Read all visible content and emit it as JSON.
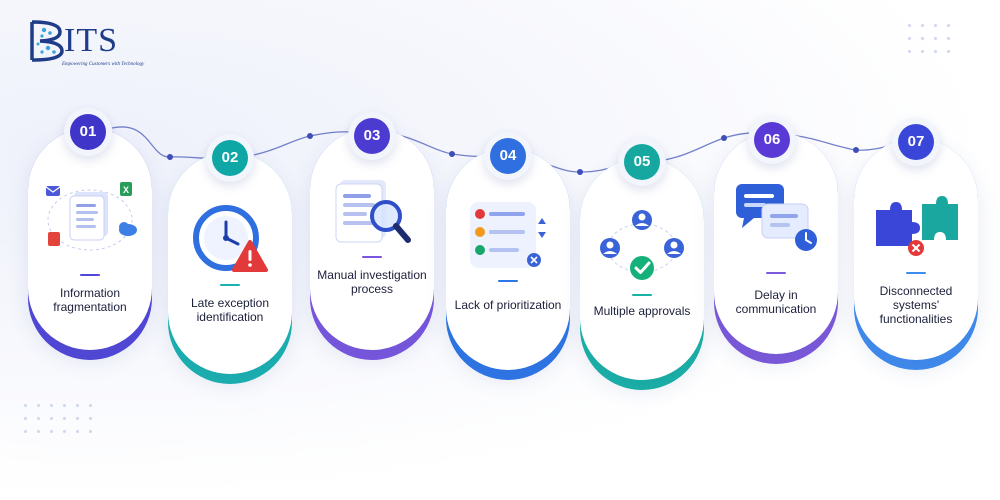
{
  "logo": {
    "wordmark": "ITS",
    "tagline": "Empowering Customers with Technology",
    "accent_color": "#1f3c88"
  },
  "steps": [
    {
      "number": "01",
      "label": "Information fragmentation",
      "color": "#3f35c8",
      "accent": "#5146d8",
      "icon": "documents-sharing-icon"
    },
    {
      "number": "02",
      "label": "Late exception identification",
      "color": "#0fa6a6",
      "accent": "#18b3b0",
      "icon": "clock-warning-icon"
    },
    {
      "number": "03",
      "label": "Manual investigation process",
      "color": "#4b3bd0",
      "accent": "#7a55e0",
      "icon": "document-magnifier-icon"
    },
    {
      "number": "04",
      "label": "Lack of prioritization",
      "color": "#2f6fe0",
      "accent": "#2c76e8",
      "icon": "priority-list-icon"
    },
    {
      "number": "05",
      "label": "Multiple approvals",
      "color": "#16a8a0",
      "accent": "#17b3a6",
      "icon": "approval-network-icon"
    },
    {
      "number": "06",
      "label": "Delay in communication",
      "color": "#5a3ad6",
      "accent": "#7d58dc",
      "icon": "chat-clock-icon"
    },
    {
      "number": "07",
      "label": "Disconnected systems' functionalities",
      "color": "#3a46d8",
      "accent": "#3f8cf0",
      "icon": "puzzle-disconnect-icon"
    }
  ]
}
